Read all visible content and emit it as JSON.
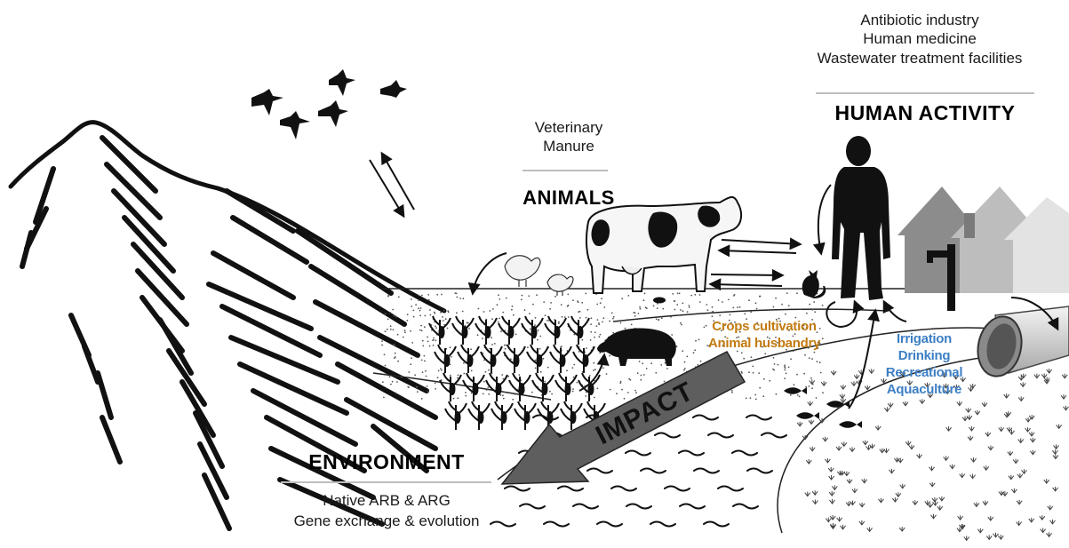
{
  "human_activity": {
    "sources": [
      "Antibiotic industry",
      "Human medicine",
      "Wastewater treatment facilities"
    ],
    "header": "HUMAN ACTIVITY"
  },
  "animals": {
    "sources": [
      "Veterinary",
      "Manure"
    ],
    "header": "ANIMALS"
  },
  "environment": {
    "header": "ENVIRONMENT",
    "sources": [
      "Native ARB & ARG",
      "Gene exchange & evolution"
    ]
  },
  "agriculture": {
    "lines": [
      "Crops cultivation",
      "Animal husbandry"
    ],
    "color": "#c27a10"
  },
  "water_uses": {
    "lines": [
      "Irrigation",
      "Drinking",
      "Recreational",
      "Aquaculture"
    ],
    "color": "#3d7fc4"
  },
  "impact_arrow": {
    "label": "IMPACT",
    "color": "#5e5e5e"
  },
  "icons": [
    "mountain",
    "birds",
    "cow",
    "chickens",
    "pig",
    "corn-field",
    "fish",
    "human-figure",
    "cat",
    "houses",
    "faucet",
    "drain-pipe",
    "water-waves"
  ]
}
